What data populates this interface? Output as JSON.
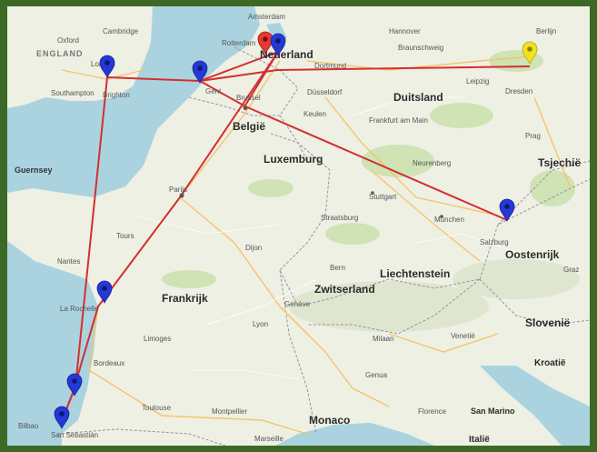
{
  "map": {
    "countries": {
      "netherlands": "Nederland",
      "germany": "Duitsland",
      "belgium": "België",
      "luxembourg": "Luxemburg",
      "czech": "Tsjechië",
      "france": "Frankrijk",
      "switzerland": "Zwitserland",
      "liechtenstein": "Liechtenstein",
      "austria": "Oostenrijk",
      "slovenia": "Slovenië",
      "croatia": "Kroatië",
      "monaco": "Monaco",
      "italy": "Italië",
      "sanmarino": "San Marino",
      "england": "ENGLAND"
    },
    "places": {
      "guernsey": "Guernsey",
      "amsterdam": "Amsterdam",
      "dortmund": "Dortmund",
      "dusseldorf": "Düsseldorf",
      "koln": "Keulen",
      "frankfurt": "Frankfurt am Main",
      "leipzig": "Leipzig",
      "dresden": "Dresden",
      "prague": "Prag",
      "nurnberg": "Neurenberg",
      "stuttgart": "Stuttgart",
      "munchen": "München",
      "salzburg": "Salzburg",
      "paris": "Parijs",
      "nantes": "Nantes",
      "larochelle": "La Rochelle",
      "bordeaux": "Bordeaux",
      "toulouse": "Toulouse",
      "montpellier": "Montpellier",
      "marseille": "Marseille",
      "lyon": "Lyon",
      "geneve": "Genève",
      "milan": "Milaan",
      "genua": "Genua",
      "venice": "Venetië",
      "florence": "Florence",
      "graz": "Graz",
      "bilbao": "Bilbao",
      "sansebastian": "San Sebastián",
      "london": "Londen",
      "ghent": "Gent",
      "brussels": "Brussel",
      "rotterdam": "Rotterdam",
      "berlin": "Berlijn",
      "braunschweig": "Braunschweig",
      "hannover": "Hannover",
      "strasbourg": "Straatsburg",
      "southampton": "Southampton",
      "brighton": "Brighton",
      "cambridge": "Cambridge",
      "oxford": "Oxford",
      "limoges": "Limoges",
      "tours": "Tours",
      "dijon": "Dijon",
      "bern": "Bern"
    },
    "colors": {
      "frame": "#3c6a26",
      "land": "#eef0e4",
      "sea": "#aad3df",
      "route": "#d32f2f",
      "marker_blue": "#2438d6",
      "marker_red": "#e53935",
      "marker_yellow": "#f2e021"
    },
    "markers": [
      {
        "name": "london-marker",
        "color": "blue"
      },
      {
        "name": "calais-marker",
        "color": "blue"
      },
      {
        "name": "amsterdam-marker",
        "color": "red"
      },
      {
        "name": "netherlands-marker",
        "color": "blue"
      },
      {
        "name": "berlin-marker",
        "color": "yellow"
      },
      {
        "name": "salzburg-marker",
        "color": "blue"
      },
      {
        "name": "larochelle-marker",
        "color": "blue"
      },
      {
        "name": "bordeaux-coast-marker",
        "color": "blue"
      },
      {
        "name": "sansebastian-marker",
        "color": "blue"
      }
    ]
  }
}
